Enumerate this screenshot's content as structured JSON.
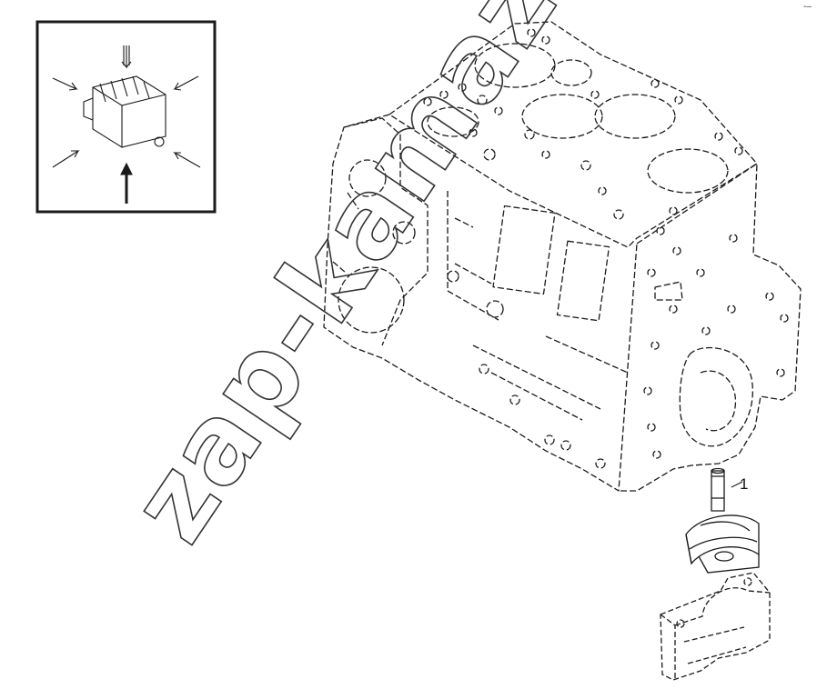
{
  "figure": {
    "callouts": [
      {
        "id": "pin",
        "text": "1"
      }
    ],
    "corner_mark": "-–",
    "watermark": {
      "text": "zap-kamaz.ru"
    }
  },
  "inset": {
    "icon": "arrows-pointing-to-component-icon",
    "arrow_count": 6
  },
  "colors": {
    "line": "#1a1a1a",
    "background": "#ffffff",
    "watermark": "#333333"
  }
}
